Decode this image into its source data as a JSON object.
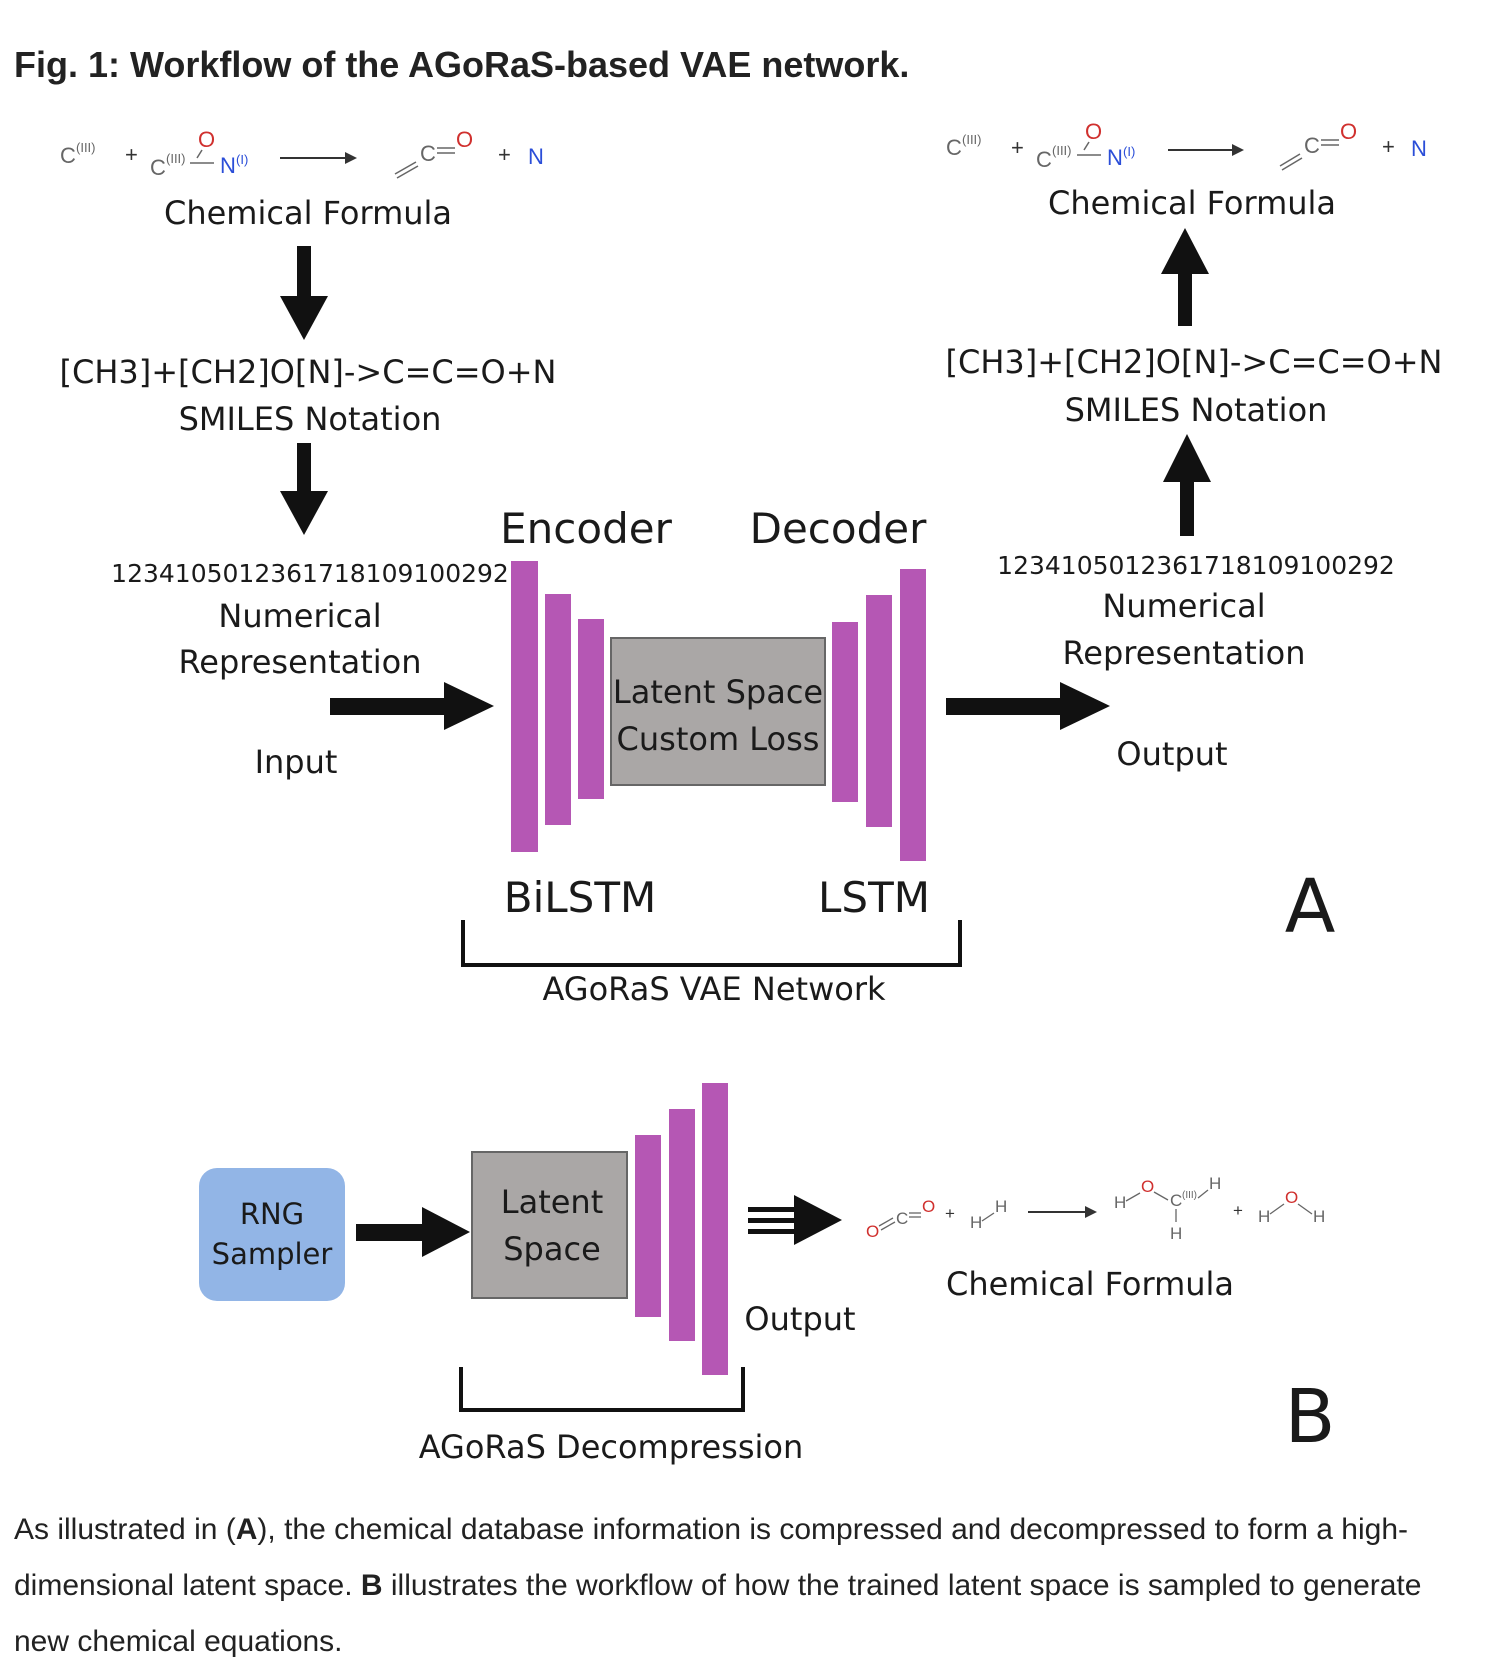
{
  "figure": {
    "title": "Fig. 1: Workflow of the AGoRaS-based VAE network.",
    "panel_a": {
      "input_side": {
        "formula_label": "Chemical Formula",
        "smiles_string": "[CH3]+[CH2]O[N]->C=C=O+N",
        "smiles_label": "SMILES Notation",
        "numeric_string": "123410501236171810910029​2",
        "numeric_label_1": "Numerical",
        "numeric_label_2": "Representation",
        "io_label": "Input"
      },
      "output_side": {
        "formula_label": "Chemical Formula",
        "smiles_string": "[CH3]+[CH2]O[N]->C=C=O+N",
        "smiles_label": "SMILES Notation",
        "numeric_string": "1234105012361718109100292",
        "numeric_label_1": "Numerical",
        "numeric_label_2": "Representation",
        "io_label": "Output"
      },
      "encoder_label": "Encoder",
      "decoder_label": "Decoder",
      "latent_line_1": "Latent Space",
      "latent_line_2": "Custom Loss",
      "encoder_type": "BiLSTM",
      "decoder_type": "LSTM",
      "network_label": "AGoRaS VAE Network",
      "panel_letter": "A",
      "reaction": {
        "r1": "C",
        "r1_sup": "(III)",
        "r2": "C",
        "r2_sup": "(III)",
        "r2_o": "O",
        "r2_n": "N",
        "r2_n_sup": "(I)",
        "p1_c": "C",
        "p1_o": "O",
        "p2": "N"
      }
    },
    "panel_b": {
      "sampler_line_1": "RNG",
      "sampler_line_2": "Sampler",
      "latent_line_1": "Latent",
      "latent_line_2": "Space",
      "output_label": "Output",
      "formula_label": "Chemical Formula",
      "decompression_label": "AGoRaS Decompression",
      "panel_letter": "B",
      "reaction": {
        "r1_o1": "O",
        "r1_c": "C",
        "r1_o2": "O",
        "r2_h1": "H",
        "r2_h2": "H",
        "p1_h1": "H",
        "p1_o": "O",
        "p1_c": "C",
        "p1_c_sup": "(III)",
        "p1_h2": "H",
        "p1_h3": "H",
        "p2_h1": "H",
        "p2_o": "O",
        "p2_h2": "H"
      }
    },
    "caption": {
      "part_1": "As illustrated in (",
      "bold_1": "A",
      "part_2": "), the chemical database information is compressed and decompressed to form a high-dimensional latent space. ",
      "bold_2": "B",
      "part_3": " illustrates the workflow of how the trained latent space is sampled to generate new chemical equations."
    },
    "colors": {
      "lstm_bar": "#b557b4",
      "latent_box": "#aaa7a6",
      "sampler_box": "#92b5e6",
      "oxygen": "#d0302e",
      "nitrogen": "#2b4ed8",
      "chem_gray": "#666666"
    }
  }
}
